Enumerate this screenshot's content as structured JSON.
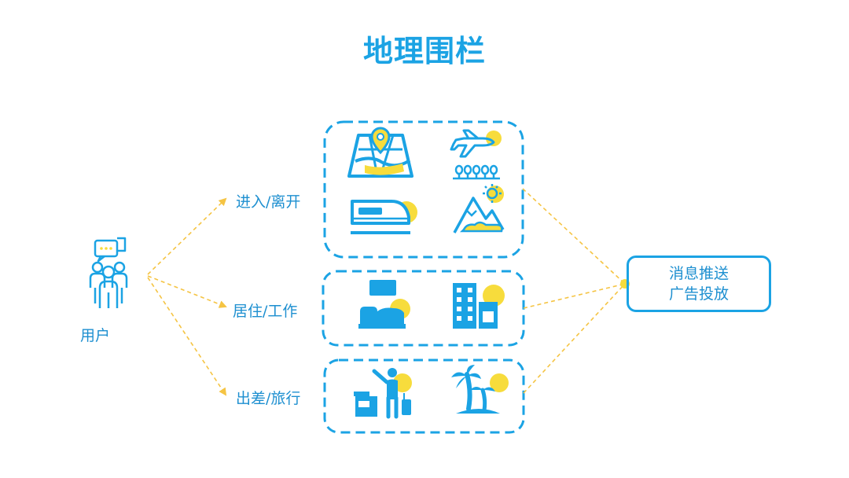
{
  "title": "地理围栏",
  "user_label": "用户",
  "branches": [
    {
      "label": "进入/离开",
      "icons": [
        "map-pin-icon",
        "airplane-airport-icon",
        "train-icon",
        "mountain-sun-icon"
      ]
    },
    {
      "label": "居住/工作",
      "icons": [
        "bedroom-icon",
        "office-building-icon"
      ]
    },
    {
      "label": "出差/旅行",
      "icons": [
        "traveler-taxi-icon",
        "palm-tree-icon"
      ]
    }
  ],
  "output": {
    "line1": "消息推送",
    "line2": "广告投放"
  },
  "colors": {
    "primary": "#1ba3e4",
    "accent": "#f7dc3c",
    "text": "#1d8fd0",
    "arrow": "#f5c443"
  }
}
